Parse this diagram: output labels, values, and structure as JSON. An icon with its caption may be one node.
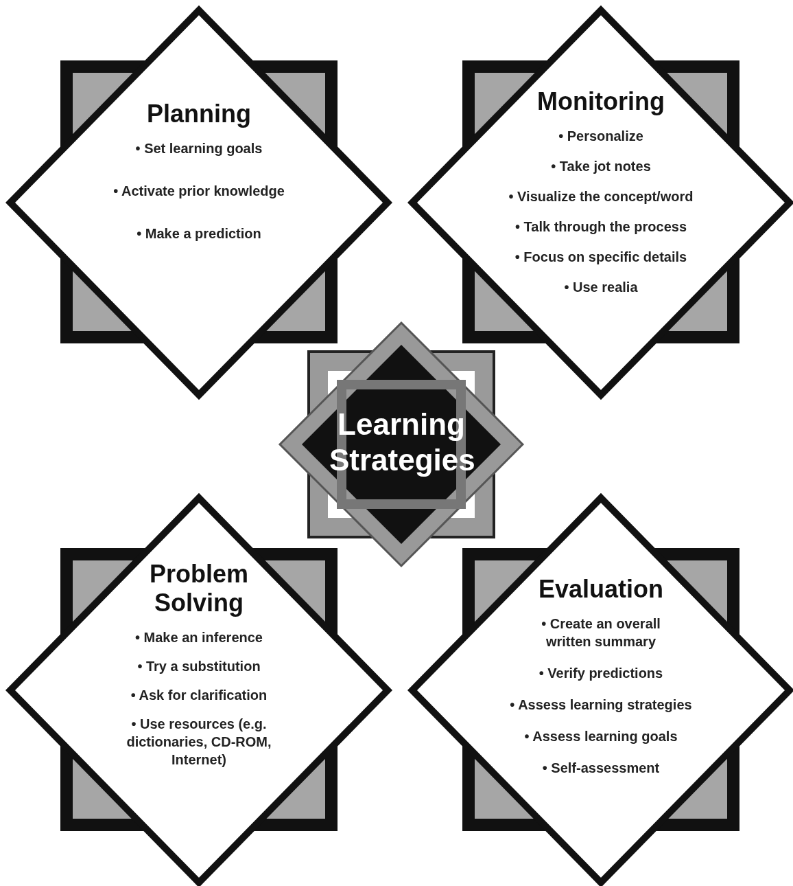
{
  "diagram": {
    "nodes": [
      {
        "text": [
          "Planning",
          "• Set learning goals",
          "• Activate prior knowledge",
          "• Make a prediction"
        ]
      },
      {
        "text": [
          "Monitoring",
          "• Personalize",
          "• Take jot notes",
          "• Visualize the concept/word",
          "• Talk through the process",
          "• Focus on specific details",
          "• Use realia"
        ]
      },
      {
        "text": [
          "Learning Strategies"
        ]
      },
      {
        "text": [
          "Problem Solving",
          "• Make an inference",
          "• Try a substitution",
          "• Ask for clarification",
          "• Use resources (e.g. dictionaries, CD-ROM, Internet)"
        ]
      },
      {
        "text": [
          "Evaluation",
          "• Create an overall written summary",
          "• Verify predictions",
          "• Assess learning strategies",
          "• Assess learning goals",
          "• Self-assessment"
        ]
      }
    ]
  }
}
